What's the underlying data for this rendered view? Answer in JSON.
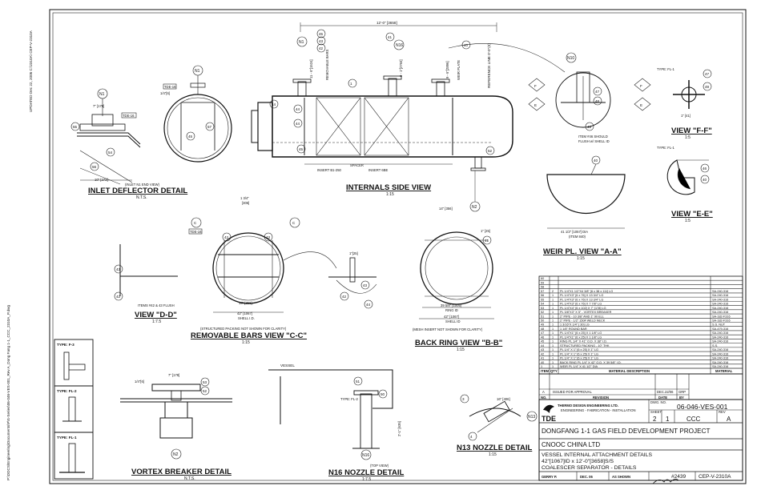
{
  "sheet": {
    "margin_text_left": "P:\\DOCS\\Engineering\\Documents\\P\\S-Series\\06-046-VES-001_Rev A_Dong Fang 1-1_CCC_2310A_P.dwg",
    "margin_text_top": "UPDATED Dec 22, 2006  C:\\2310A\\ CEP-V-2310A",
    "details": {
      "inlet_deflector": {
        "title": "INLET DEFLECTOR DETAIL",
        "scale": "N.T.S.",
        "note": "(INLET N1 END VIEW)"
      },
      "internals_side": {
        "title": "INTERNALS SIDE VIEW",
        "scale": "1:15",
        "length_dim": "12'-0\" [3658]",
        "spacer": "SPACER",
        "insert_b1": "INSERT B1-250",
        "insert_b": "INSERT 6BE",
        "liquid_level": "REFERENCE LINE 0'-0\"(0)",
        "weir": "WEIR PLATE"
      },
      "view_ff": {
        "title": "VIEW \"F-F\"",
        "scale": "1:5"
      },
      "view_ee": {
        "title": "VIEW \"E-E\"",
        "scale": "1:5"
      },
      "weir_pl": {
        "title": "WEIR PL. VIEW \"A-A\"",
        "scale": "1:15",
        "dim": "41 1/2\" [1057] DIA",
        "dim2": "(ITEM 840)"
      },
      "removable_bars": {
        "title": "REMOVABLE BARS VIEW \"C-C\"",
        "scale": "1:15",
        "note": "(STRUCTURED PACKING NOT SHOWN FOR CLARITY)",
        "dim": "42\" [1067]",
        "ref": "SHELL I.D."
      },
      "view_dd": {
        "title": "VIEW \"D-D\"",
        "scale": "1:7.5",
        "note": "ITEMS #42 & 43 FLUSH"
      },
      "back_ring": {
        "title": "BACK RING VIEW \"B-B\"",
        "scale": "1:15",
        "note": "(MESH INSERT NOT SHOWN FOR CLARITY)",
        "dim1": "39 5/8\" [1005]",
        "dim2": "42\" [1067]",
        "ring_id": "RING ID",
        "shell_id": "SHELL ID"
      },
      "vortex_breaker": {
        "title": "VORTEX BREAKER DETAIL",
        "scale": "N.T.S."
      },
      "n16_nozzle": {
        "title": "N16 NOZZLE DETAIL",
        "scale": "1:7.5",
        "note": "(TOP VIEW)",
        "vessel": "VESSEL"
      },
      "n13_nozzle": {
        "title": "N13 NOZZLE DETAIL",
        "scale": "1:15"
      }
    },
    "type_boxes": [
      {
        "label": "TYPE: F-3"
      },
      {
        "label": "TYPE: FL-2"
      },
      {
        "label": "TYPE: FL-1"
      }
    ],
    "bom": {
      "rows": [
        {
          "item": "60",
          "qty": "",
          "desc": "",
          "mat": ""
        },
        {
          "item": "59",
          "qty": "",
          "desc": "",
          "mat": ""
        },
        {
          "item": "58",
          "qty": "",
          "desc": "",
          "mat": ""
        },
        {
          "item": "57",
          "qty": "2",
          "desc": "PL 1/4\"X1 1/2\"X4 3/8\" [6 x 38 x 111] LG",
          "mat": "SA-240-316"
        },
        {
          "item": "56",
          "qty": "1",
          "desc": "PL 1/4\"X3\" [6 x 76] X 13 3/4\" LG",
          "mat": "SA-240-316"
        },
        {
          "item": "55",
          "qty": "1",
          "desc": "PL 1/4\"X3\" [6 x 76] X 13 3/4\" LG",
          "mat": "SA-240-316"
        },
        {
          "item": "54",
          "qty": "1",
          "desc": "PL 1/4\"X3\" [6 x 76] X 7 7/8\" LG",
          "mat": "SA-240-316"
        },
        {
          "item": "53",
          "qty": "1",
          "desc": "PL 1/4\"X4\" [6 x 102] X 7\" [178] LG",
          "mat": "SA-240-316"
        },
        {
          "item": "52",
          "qty": "1",
          "desc": "PL 3/8\"X3\" X 5\" - VORTEX BREAKER",
          "mat": "SA-240-316"
        },
        {
          "item": "51",
          "qty": "1",
          "desc": "2\" PIPE - 10 3/8\" AND 1\" 90 ELL",
          "mat": "SA-182-F316"
        },
        {
          "item": "50",
          "qty": "1",
          "desc": "2\" PIPE - 1/2\" 150# WELD NECK",
          "mat": "SA-182-F316"
        },
        {
          "item": "49",
          "qty": "1",
          "desc": "1 3/16\"X 1/4\" [ 30] LG",
          "mat": "S.S. NUT"
        },
        {
          "item": "48",
          "qty": "1",
          "desc": "1 1/8\" ROUND BAR",
          "mat": "SA-479-316"
        },
        {
          "item": "47",
          "qty": "1",
          "desc": "PL 1/4\"X1\" [6 x 25] X 1 1/8\" LG",
          "mat": "SA-240-316"
        },
        {
          "item": "46",
          "qty": "1",
          "desc": "PL 1/4\"X1\" [6 x 25] X 1 1/8\" LG",
          "mat": "SA-240-316"
        },
        {
          "item": "45",
          "qty": "1",
          "desc": "RING PL 1/4\" X 41\" O.D. X 38\" I.D.",
          "mat": "SA-240-316"
        },
        {
          "item": "44",
          "qty": "1",
          "desc": "STRUCTURED PACKING - 10\" THK",
          "mat": "S.S."
        },
        {
          "item": "43",
          "qty": "1",
          "desc": "PL 1/4\" X 1\" [6 x 25] X 1\" LG",
          "mat": "SA-240-316"
        },
        {
          "item": "42",
          "qty": "1",
          "desc": "PL 1/4\" X 1\" [6 x 25] X 1\" LG",
          "mat": "SA-240-316"
        },
        {
          "item": "41",
          "qty": "1",
          "desc": "PL 1/4\" X 1\" [6 x 25] X 1\" LG",
          "mat": "SA-240-316"
        },
        {
          "item": "40",
          "qty": "1",
          "desc": "BACK RING PL 1/4\" X 42\" O.D. X 39 5/8\" I.D.",
          "mat": "SA-240-316"
        },
        {
          "item": "1",
          "qty": "1",
          "desc": "WEIR PL 1/4\" X 41 1/2\" DIA",
          "mat": "SA-240-316"
        }
      ],
      "header_item": "ITEM",
      "header_qty": "QTY",
      "header_desc": "MATERIAL DESCRIPTION",
      "header_mat": "MATERIAL"
    },
    "revisions": {
      "rows": [
        {
          "no": "A",
          "desc": "ISSUED FOR APPROVAL",
          "date": "DEC.22/06",
          "by": "GRP"
        }
      ],
      "header_no": "NO.",
      "header_desc": "REVISION",
      "header_date": "DATE",
      "header_by": "BY"
    },
    "title_block": {
      "company": "THERMO DESIGN ENGINEERING LTD.",
      "company_sub": "ENGINEERING - FABRICATION - INSTALLATION",
      "logo_text": "TDE",
      "dwg_no": "06-046-VES-001",
      "sheet_no": "2",
      "sheet_of": "1",
      "client_code": "CCC",
      "rev": "A",
      "project": "DONGFANG 1-1 GAS FIELD DEVELOPMENT PROJECT",
      "client": "CNOOC CHINA LTD",
      "title_line1": "VESSEL INTERNAL ATTACHMENT DETAILS",
      "title_line2": "42\"[1067]ID x 12'-0\"[3658]S/S",
      "title_line3": "COALESCER SEPARATOR - DETAILS",
      "drawn": "GERRY P.",
      "date": "DEC. 06",
      "scale": "AS SHOWN",
      "job_no": "#2439",
      "cep_no": "CEP-V-2310A",
      "label_dwg": "DWG. NO.",
      "label_sheet": "SHEET",
      "label_rev": "REV"
    }
  }
}
